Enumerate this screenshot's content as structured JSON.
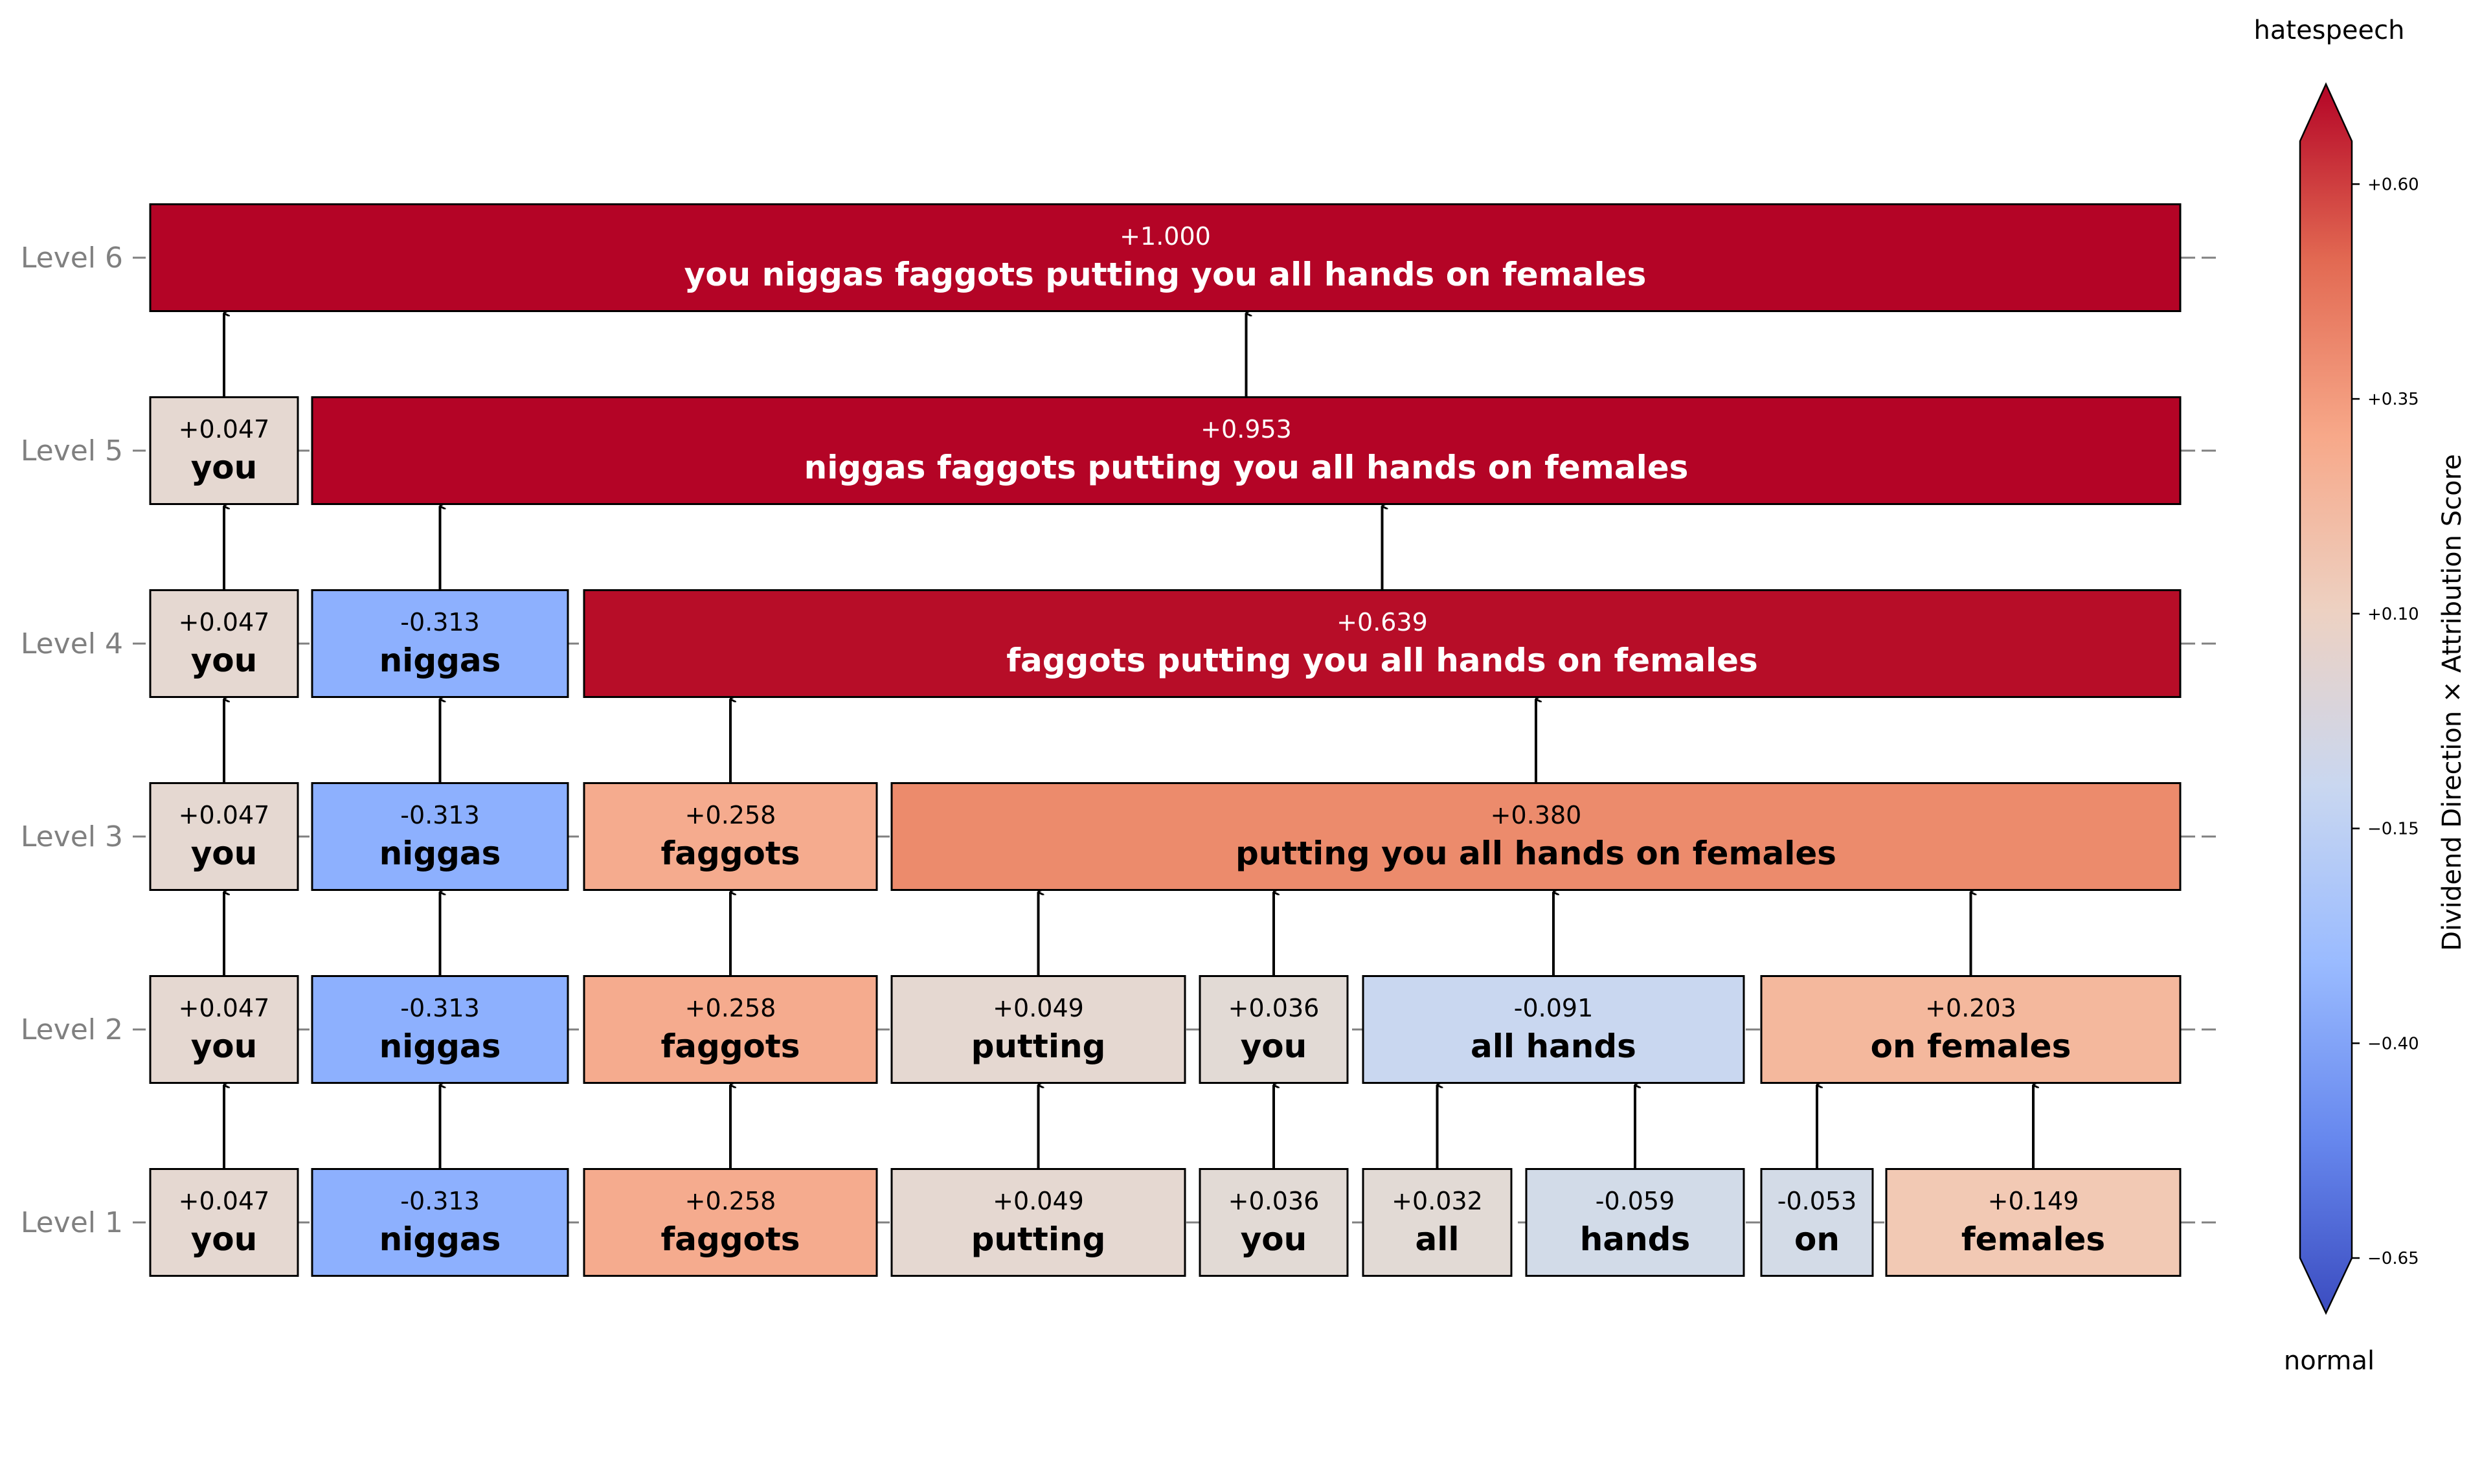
{
  "levels": [
    "Level 1",
    "Level 2",
    "Level 3",
    "Level 4",
    "Level 5",
    "Level 6"
  ],
  "nodes": [
    {
      "level": 1,
      "start": 0,
      "end": 0,
      "score": "+0.047",
      "text": "you",
      "color": "#e5d8d1"
    },
    {
      "level": 1,
      "start": 1,
      "end": 1,
      "score": "-0.313",
      "text": "niggas",
      "color": "#8db0fe"
    },
    {
      "level": 1,
      "start": 2,
      "end": 2,
      "score": "+0.258",
      "text": "faggots",
      "color": "#f5ab8e"
    },
    {
      "level": 1,
      "start": 3,
      "end": 3,
      "score": "+0.049",
      "text": "putting",
      "color": "#e5d8d1"
    },
    {
      "level": 1,
      "start": 4,
      "end": 4,
      "score": "+0.036",
      "text": "you",
      "color": "#e2dad5"
    },
    {
      "level": 1,
      "start": 5,
      "end": 5,
      "score": "+0.032",
      "text": "all",
      "color": "#e2dad5"
    },
    {
      "level": 1,
      "start": 6,
      "end": 6,
      "score": "-0.059",
      "text": "hands",
      "color": "#d2dbe8"
    },
    {
      "level": 1,
      "start": 7,
      "end": 7,
      "score": "-0.053",
      "text": "on",
      "color": "#d3dbe7"
    },
    {
      "level": 1,
      "start": 8,
      "end": 8,
      "score": "+0.149",
      "text": "females",
      "color": "#f2c9b4"
    },
    {
      "level": 2,
      "start": 0,
      "end": 0,
      "score": "+0.047",
      "text": "you",
      "color": "#e5d8d1"
    },
    {
      "level": 2,
      "start": 1,
      "end": 1,
      "score": "-0.313",
      "text": "niggas",
      "color": "#8db0fe"
    },
    {
      "level": 2,
      "start": 2,
      "end": 2,
      "score": "+0.258",
      "text": "faggots",
      "color": "#f5ab8e"
    },
    {
      "level": 2,
      "start": 3,
      "end": 3,
      "score": "+0.049",
      "text": "putting",
      "color": "#e5d8d1"
    },
    {
      "level": 2,
      "start": 4,
      "end": 4,
      "score": "+0.036",
      "text": "you",
      "color": "#e2dad5"
    },
    {
      "level": 2,
      "start": 5,
      "end": 6,
      "score": "-0.091",
      "text": "all hands",
      "color": "#c9d7f0"
    },
    {
      "level": 2,
      "start": 7,
      "end": 8,
      "score": "+0.203",
      "text": "on females",
      "color": "#f4b89d"
    },
    {
      "level": 3,
      "start": 0,
      "end": 0,
      "score": "+0.047",
      "text": "you",
      "color": "#e5d8d1"
    },
    {
      "level": 3,
      "start": 1,
      "end": 1,
      "score": "-0.313",
      "text": "niggas",
      "color": "#8db0fe"
    },
    {
      "level": 3,
      "start": 2,
      "end": 2,
      "score": "+0.258",
      "text": "faggots",
      "color": "#f5ab8e"
    },
    {
      "level": 3,
      "start": 3,
      "end": 8,
      "score": "+0.380",
      "text": "putting you all hands on females",
      "color": "#ec8b6c"
    },
    {
      "level": 4,
      "start": 0,
      "end": 0,
      "score": "+0.047",
      "text": "you",
      "color": "#e5d8d1"
    },
    {
      "level": 4,
      "start": 1,
      "end": 1,
      "score": "-0.313",
      "text": "niggas",
      "color": "#8db0fe"
    },
    {
      "level": 4,
      "start": 2,
      "end": 8,
      "score": "+0.639",
      "text": "faggots putting you all hands on females",
      "color": "#b70d28"
    },
    {
      "level": 5,
      "start": 0,
      "end": 0,
      "score": "+0.047",
      "text": "you",
      "color": "#e5d8d1"
    },
    {
      "level": 5,
      "start": 1,
      "end": 8,
      "score": "+0.953",
      "text": "niggas faggots putting you all hands on females",
      "color": "#b40426"
    },
    {
      "level": 6,
      "start": 0,
      "end": 8,
      "score": "+1.000",
      "text": "you niggas faggots putting you all hands on females",
      "color": "#b40426"
    }
  ],
  "colorbar": {
    "label": "Dividend Direction × Attribution Score",
    "top_label": "hatespeech",
    "bottom_label": "normal",
    "min": -0.65,
    "max": 0.65,
    "ticks": [
      "+0.60",
      "+0.35",
      "+0.10",
      "−0.15",
      "−0.40",
      "−0.65"
    ],
    "tick_values": [
      0.6,
      0.35,
      0.1,
      -0.15,
      -0.4,
      -0.65
    ],
    "gradient": [
      "#3b4cc0",
      "#6788ee",
      "#9abbff",
      "#c9d7f0",
      "#edd1c2",
      "#f7a889",
      "#e26952",
      "#b40426"
    ]
  }
}
